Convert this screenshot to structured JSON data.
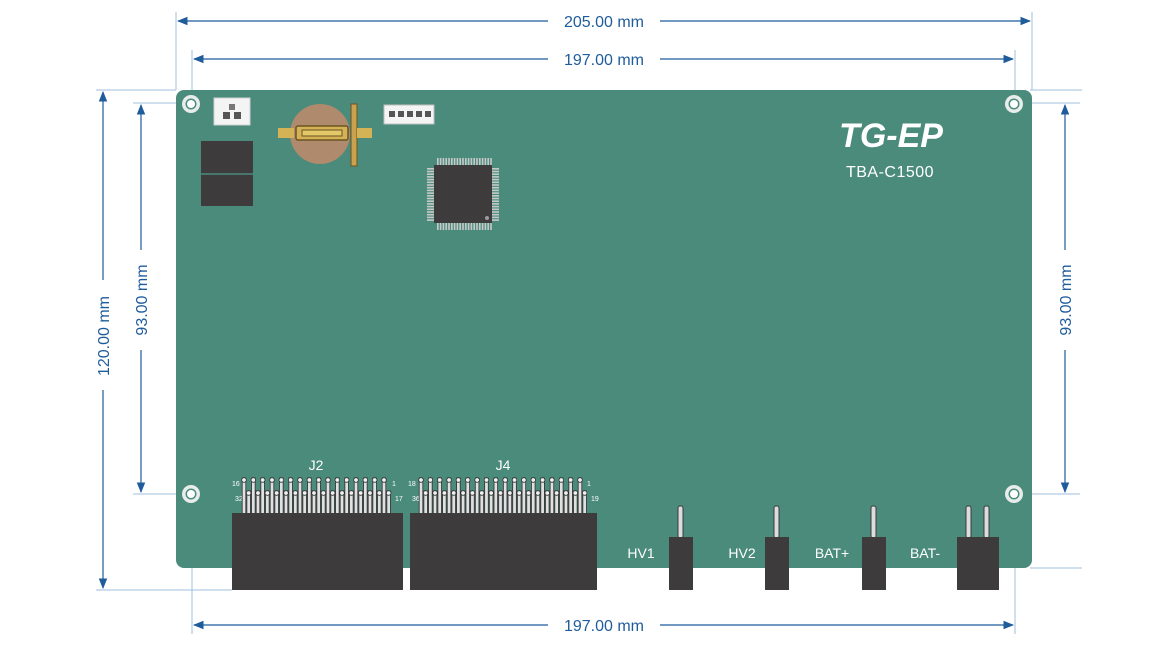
{
  "dimensions": {
    "total_width": "205.00 mm",
    "hole_spacing_top": "197.00 mm",
    "hole_spacing_bottom": "197.00 mm",
    "total_height": "120.00 mm",
    "hole_spacing_left": "93.00 mm",
    "hole_spacing_right": "93.00 mm"
  },
  "board": {
    "logo": "TG-EP",
    "model": "TBA-C1500"
  },
  "connectors": {
    "j2": {
      "label": "J2",
      "pin_tl": "16",
      "pin_bl": "32",
      "pin_tr": "1",
      "pin_br": "17"
    },
    "j4": {
      "label": "J4",
      "pin_tl": "18",
      "pin_bl": "36",
      "pin_tr": "1",
      "pin_br": "19"
    }
  },
  "terminals": {
    "hv1": "HV1",
    "hv2": "HV2",
    "bat_plus": "BAT+",
    "bat_minus": "BAT-"
  },
  "colors": {
    "pcb": "#4b8b7c",
    "dimension": "#1f5c9c",
    "component": "#3d3b3b"
  }
}
